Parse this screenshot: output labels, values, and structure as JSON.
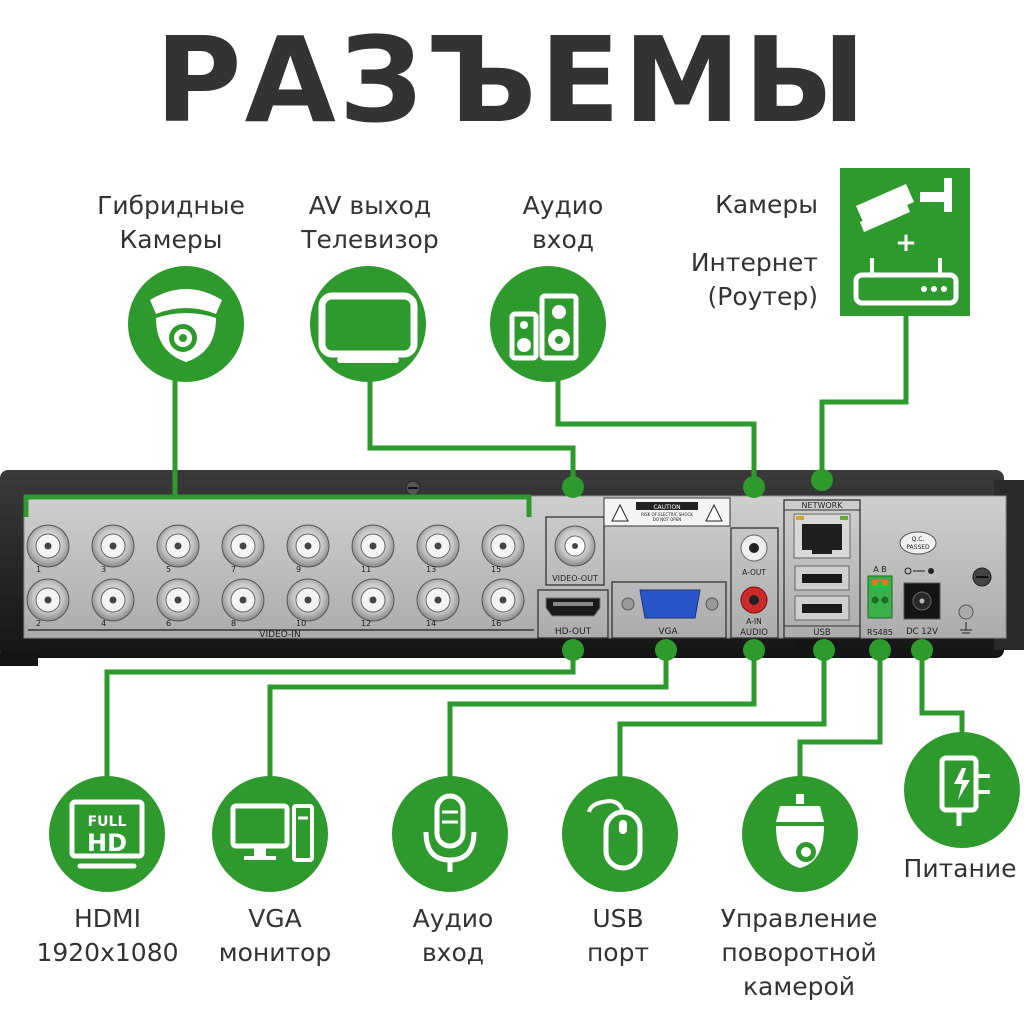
{
  "title": "РАЗЪЕМЫ",
  "colors": {
    "accent": "#2e9a2e",
    "text": "#333333",
    "panel": "#bcbcbc",
    "chassis": "#1f1f1f"
  },
  "top_labels": {
    "hybrid_cameras": [
      "Гибридные",
      "Камеры"
    ],
    "av_out": [
      "AV выход",
      "Телевизор"
    ],
    "audio_in": [
      "Аудио",
      "вход"
    ],
    "cameras": "Камеры",
    "internet": [
      "Интернет",
      "(Роутер)"
    ]
  },
  "bottom_labels": {
    "hdmi": [
      "HDMI",
      "1920x1080"
    ],
    "vga": [
      "VGA",
      "монитор"
    ],
    "audio_in": [
      "Аудио",
      "вход"
    ],
    "usb": [
      "USB",
      "порт"
    ],
    "ptz": [
      "Управление",
      "поворотной",
      "камерой"
    ],
    "power": "Питание"
  },
  "icons": {
    "top": [
      "dome-camera-icon",
      "tv-icon",
      "speakers-icon",
      "camera-plus-router-icon"
    ],
    "bottom": [
      "full-hd-icon",
      "monitor-pc-icon",
      "microphone-icon",
      "mouse-icon",
      "ptz-camera-icon",
      "power-adapter-icon"
    ],
    "full_hd_text": [
      "FULL",
      "HD"
    ]
  },
  "panel": {
    "bnc_numbers_top": [
      "1",
      "3",
      "5",
      "7",
      "9",
      "11",
      "13",
      "15"
    ],
    "bnc_numbers_bottom": [
      "2",
      "4",
      "6",
      "8",
      "10",
      "12",
      "14",
      "16"
    ],
    "video_in": "VIDEO-IN",
    "video_out": "VIDEO-OUT",
    "hd_out": "HD-OUT",
    "vga": "VGA",
    "audio": "AUDIO",
    "a_out": "A-OUT",
    "a_in": "A-IN",
    "network": "NETWORK",
    "usb": "USB",
    "rs485": "RS485",
    "rs485_ab": "A B",
    "dc": "DC 12V",
    "caution": "CAUTION",
    "caution_sub": [
      "RISK OF ELECTRIC SHOCK",
      "DO NOT OPEN"
    ],
    "qc": [
      "Q.C.",
      "PASSED"
    ]
  }
}
